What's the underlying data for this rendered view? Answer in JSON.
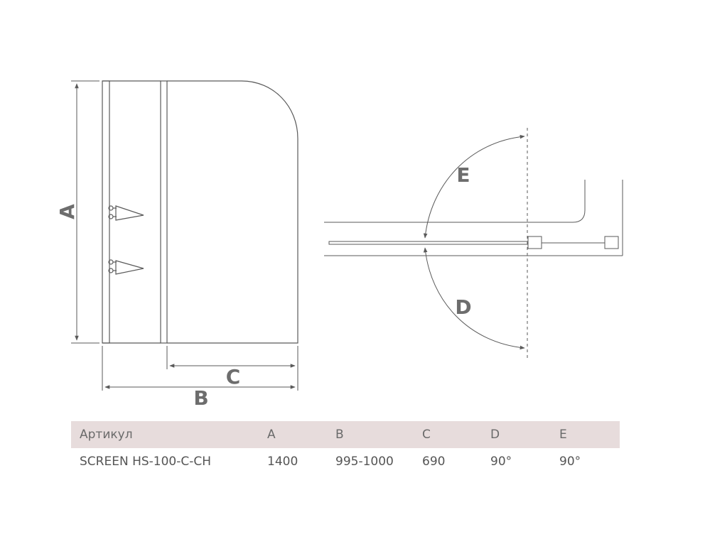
{
  "drawing": {
    "labels": {
      "a": "A",
      "b": "B",
      "c": "C",
      "d": "D",
      "e": "E"
    },
    "line_color": "#5a5a5a"
  },
  "table": {
    "header_bg": "#e7dcdc",
    "headers": [
      "Артикул",
      "A",
      "B",
      "C",
      "D",
      "E"
    ],
    "rows": [
      [
        "SCREEN  HS-100-C-CH",
        "1400",
        "995-1000",
        "690",
        "90°",
        "90°"
      ]
    ]
  }
}
